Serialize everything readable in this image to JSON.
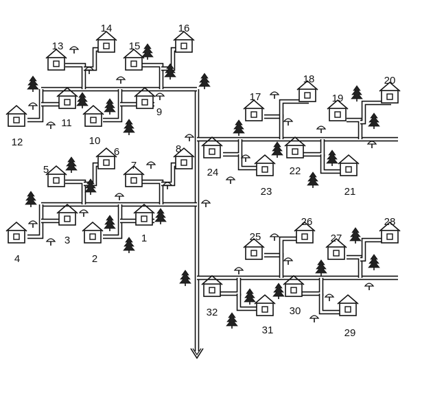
{
  "diagram": {
    "house_labels": [
      "1",
      "2",
      "3",
      "4",
      "5",
      "6",
      "7",
      "8",
      "9",
      "10",
      "11",
      "12",
      "13",
      "14",
      "15",
      "16",
      "17",
      "18",
      "19",
      "20",
      "21",
      "22",
      "23",
      "24",
      "25",
      "26",
      "27",
      "28",
      "29",
      "30",
      "31",
      "32"
    ],
    "icons": {
      "house": "house-icon",
      "tree": "tree-icon",
      "mushroom": "mushroom-icon",
      "arrow": "arrow-down-icon"
    },
    "colors": {
      "ink": "#111111",
      "background": "#ffffff"
    }
  }
}
